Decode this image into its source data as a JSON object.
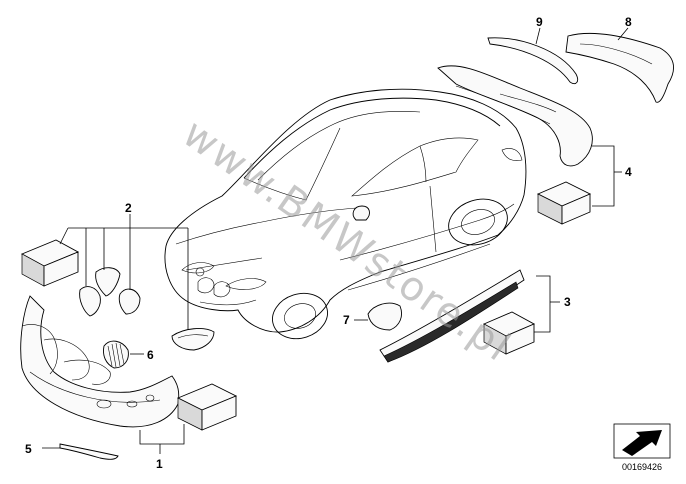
{
  "callouts": {
    "c1": "1",
    "c2": "2",
    "c3": "3",
    "c4": "4",
    "c5": "5",
    "c6": "6",
    "c7": "7",
    "c8": "8",
    "c9": "9"
  },
  "watermark": "www.BMWstore.pl",
  "diagram_id": "00169426",
  "icons": {
    "nav": "arrow-icon"
  }
}
